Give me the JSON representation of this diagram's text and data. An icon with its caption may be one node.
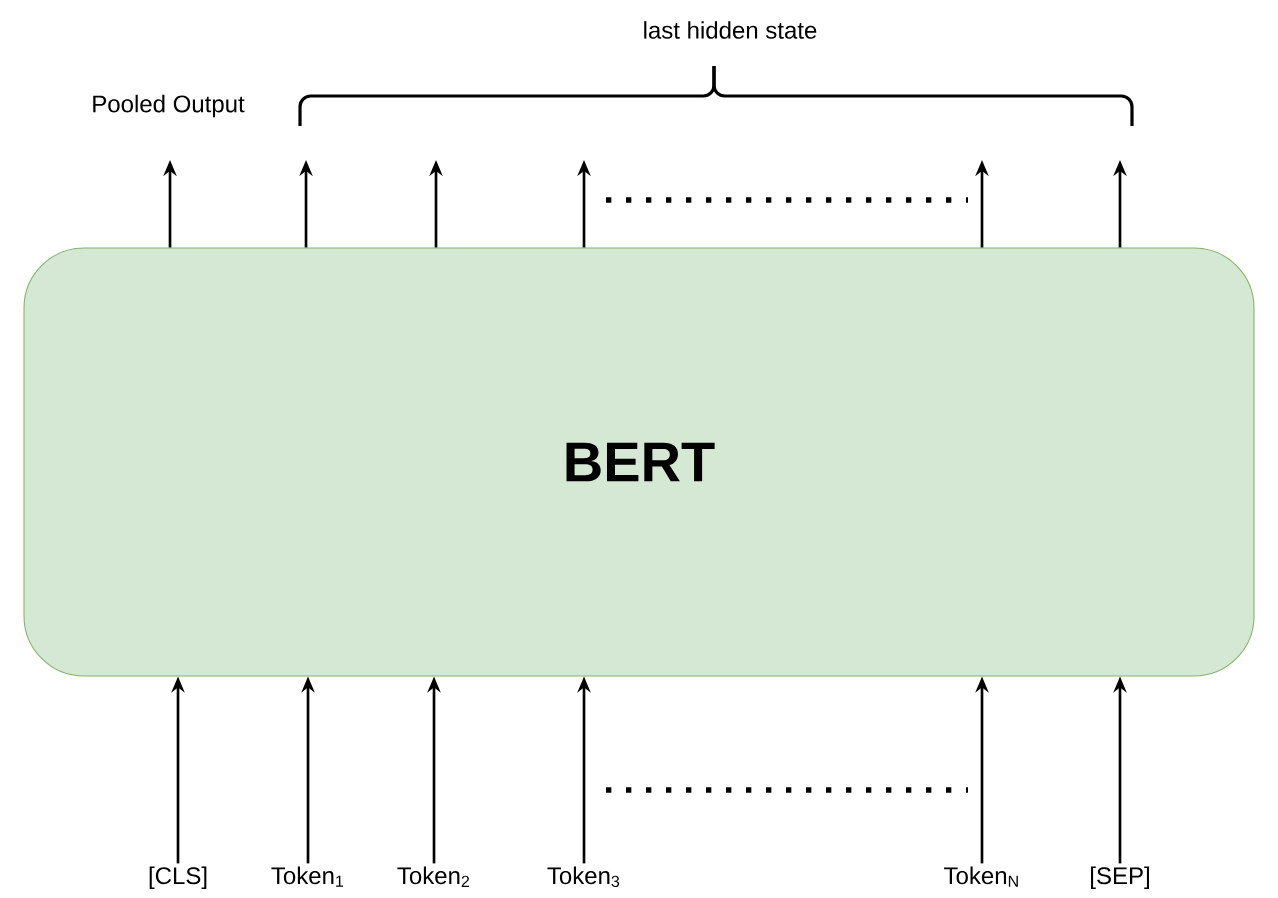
{
  "diagram": {
    "nodes": [
      {
        "text": [
          "BERT"
        ]
      },
      {
        "text": [
          "[CLS]"
        ]
      },
      {
        "text": [
          "Token$_{1}$"
        ]
      },
      {
        "text": [
          "Token$_{2}$"
        ]
      },
      {
        "text": [
          "Token$_{3}$"
        ]
      },
      {
        "text": [
          "Token$_{N}$"
        ]
      },
      {
        "text": [
          "[SEP]"
        ]
      }
    ],
    "edges": [
      {
        "from": 1,
        "to": 0,
        "arrow": "to"
      },
      {
        "from": 2,
        "to": 0,
        "arrow": "to"
      },
      {
        "from": 3,
        "to": 0,
        "arrow": "to"
      },
      {
        "from": 4,
        "to": 0,
        "arrow": "to"
      },
      {
        "from": 5,
        "to": 0,
        "arrow": "to"
      },
      {
        "from": 6,
        "to": 0,
        "arrow": "to"
      },
      {
        "from": 0,
        "to": null,
        "arrow": "to"
      },
      {
        "from": 0,
        "to": null,
        "arrow": "to"
      },
      {
        "from": 0,
        "to": null,
        "arrow": "to"
      },
      {
        "from": 0,
        "to": null,
        "arrow": "to"
      },
      {
        "from": 0,
        "to": null,
        "arrow": "to"
      },
      {
        "from": 0,
        "to": null,
        "arrow": "to"
      }
    ],
    "labels": [
      "last hidden state",
      "Pooled Output"
    ]
  }
}
